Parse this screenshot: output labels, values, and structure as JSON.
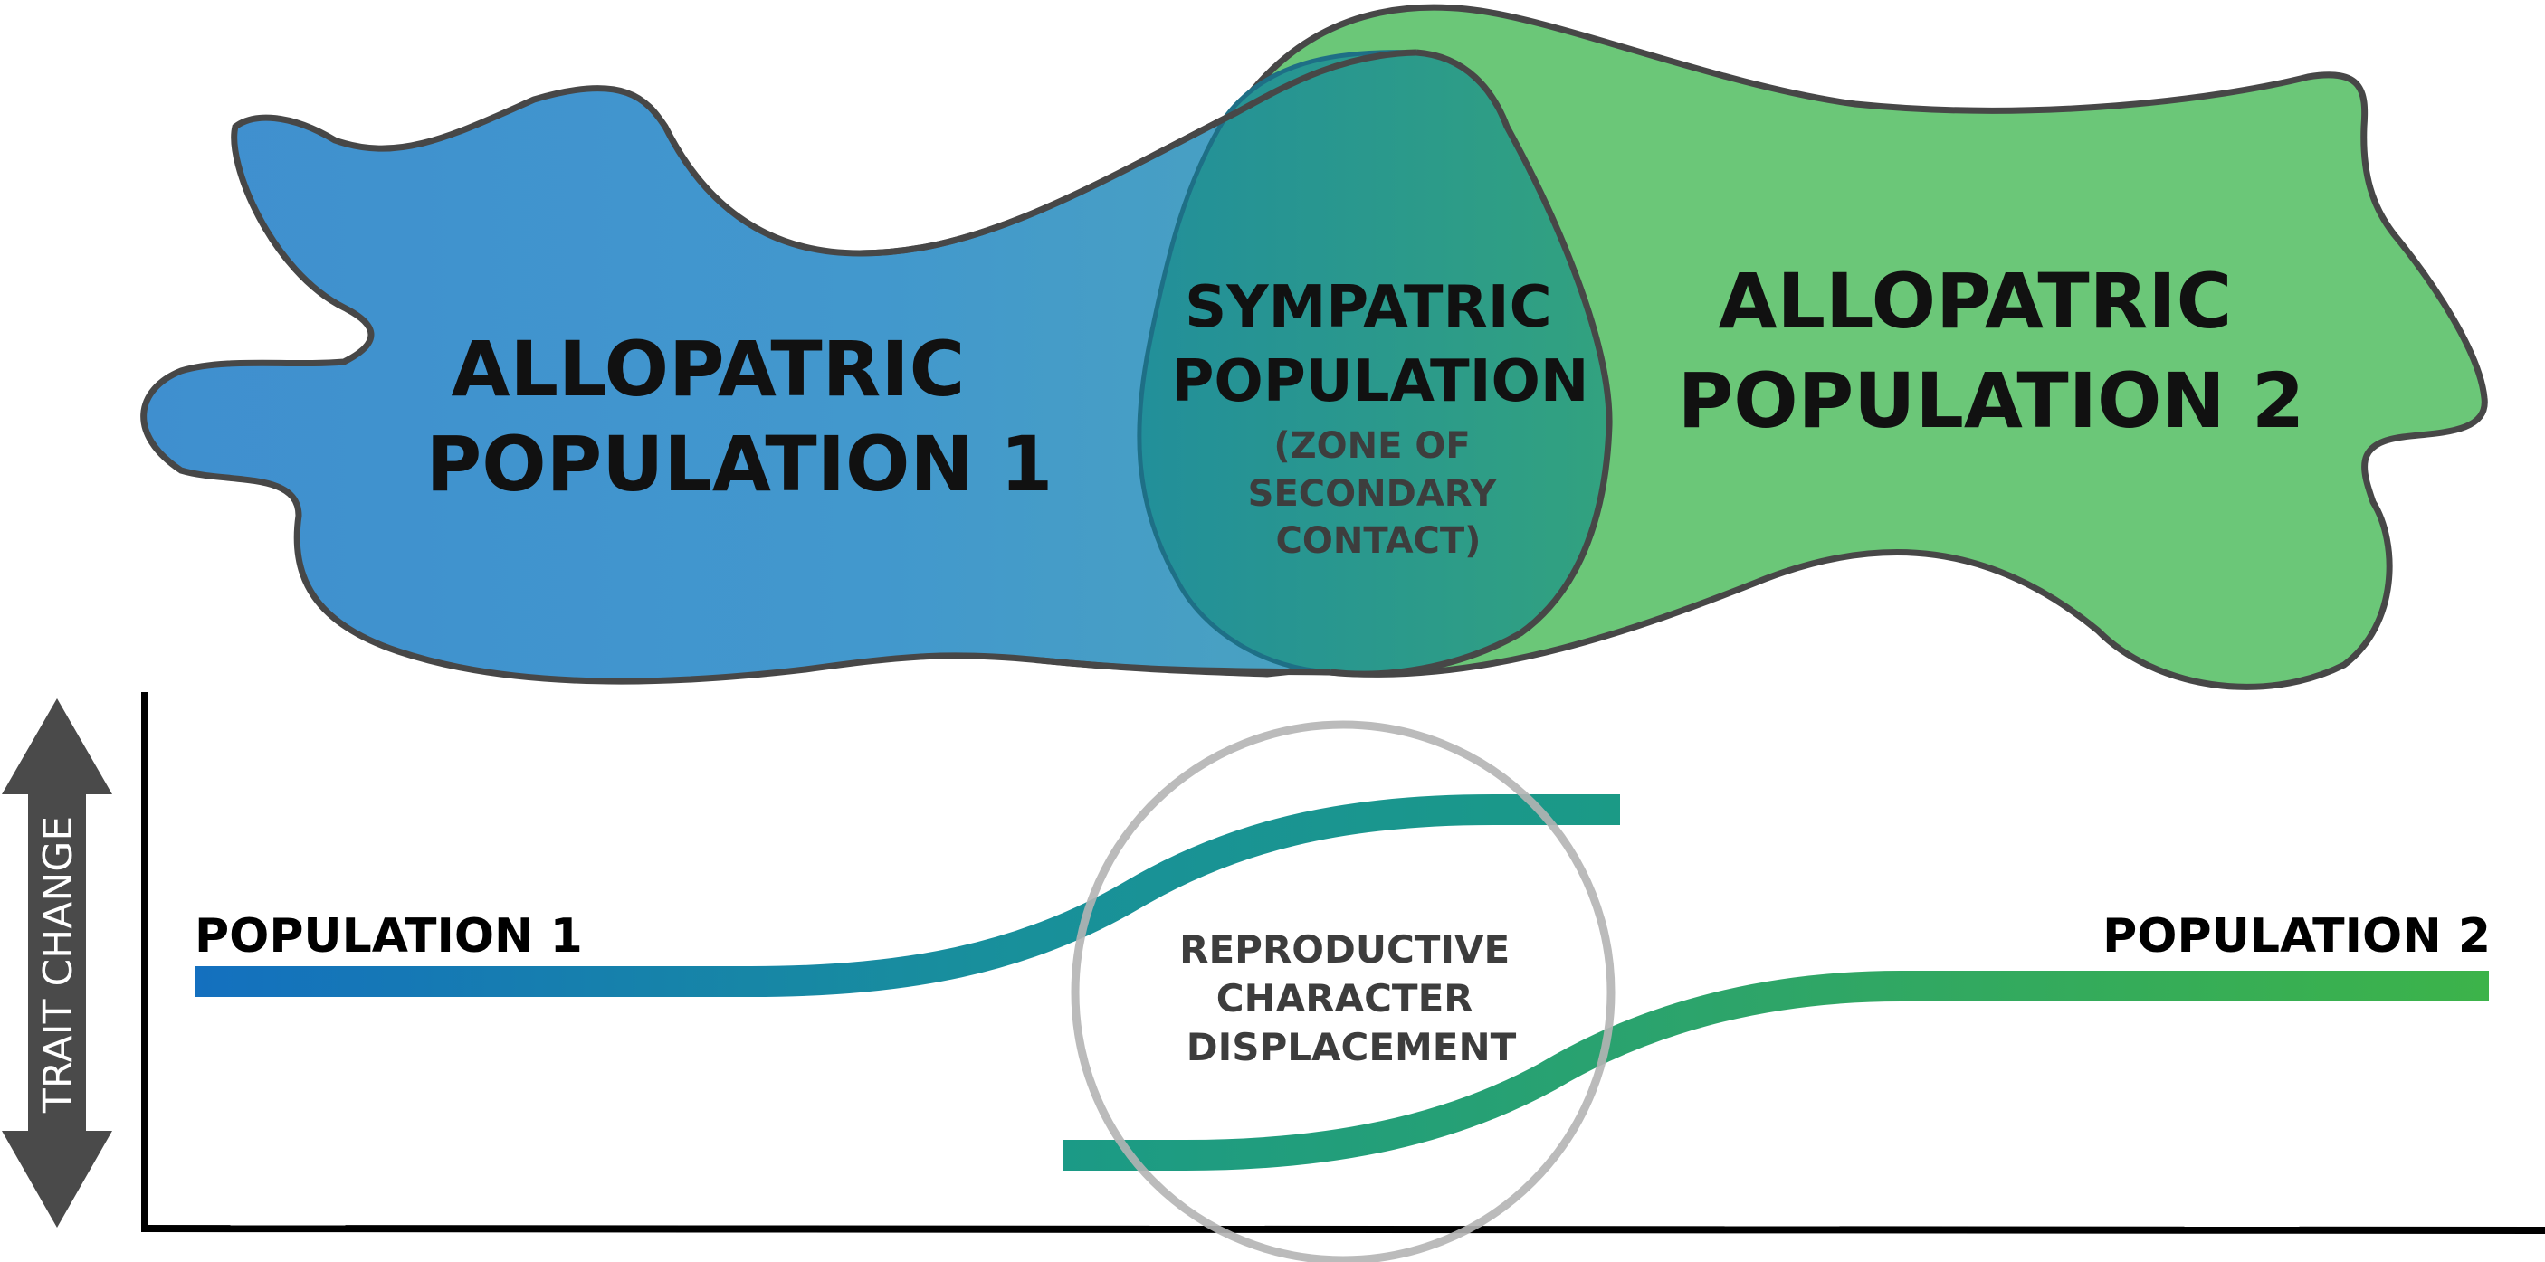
{
  "regions": {
    "allopatric_1": [
      "ALLOPATRIC",
      "POPULATION 1"
    ],
    "sympatric": [
      "SYMPATRIC",
      "POPULATION"
    ],
    "sympatric_note": [
      "(ZONE OF",
      "SECONDARY",
      "CONTACT)"
    ],
    "allopatric_2": [
      "ALLOPATRIC",
      "POPULATION 2"
    ]
  },
  "graph": {
    "y_axis_label": "TRAIT CHANGE",
    "series_1_label": "POPULATION 1",
    "series_2_label": "POPULATION 2",
    "circle_label": [
      "REPRODUCTIVE",
      "CHARACTER",
      "DISPLACEMENT"
    ]
  },
  "colors": {
    "population_1": "#1a73bf",
    "population_2": "#3cb34a",
    "allopatric_1_fill": "#4092cc",
    "sympatric_fill": "#2f9a86",
    "allopatric_2_fill": "#6bc778",
    "outline": "#474747",
    "axis": "#000000",
    "highlight_circle": "#b4b4b4"
  }
}
